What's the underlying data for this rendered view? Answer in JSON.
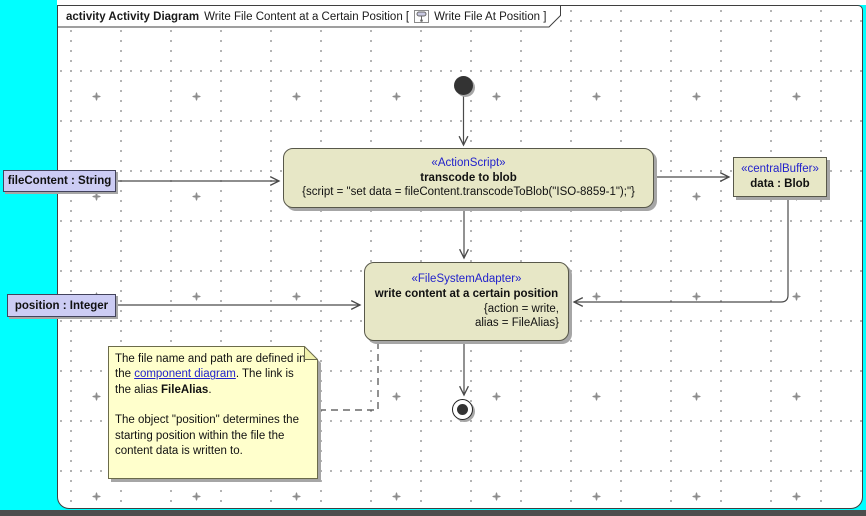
{
  "tab": {
    "frame_kind": "activity Activity Diagram",
    "diagram_title": "Write File Content at a Certain Position [",
    "context_ref": "Write File At Position ]",
    "icon": "activity-diagram-icon"
  },
  "nodes": {
    "transcode": {
      "stereotype": "«ActionScript»",
      "name": "transcode to blob",
      "script": "{script = \"set data = fileContent.transcodeToBlob(\"ISO-8859-1\");\"}"
    },
    "buffer": {
      "stereotype": "«centralBuffer»",
      "name": "data : Blob"
    },
    "write": {
      "stereotype": "«FileSystemAdapter»",
      "name": "write content at a certain position",
      "tag_line1": "{action = write,",
      "tag_line2": "alias = FileAlias}"
    },
    "file_content_pin": {
      "label": "fileContent : String"
    },
    "position_pin": {
      "label": "position : Integer"
    }
  },
  "note": {
    "p1_before_link": "The file name and path are defined in the ",
    "p1_link": "component diagram",
    "p1_after_link": ". The link is the alias ",
    "p1_bold": "FileAlias",
    "p1_end": ".",
    "p2": "The object \"position\" determines the starting position within the file the content data is written to."
  },
  "colors": {
    "canvas_bg": "#00ffff",
    "node_fill": "#e7e7c6",
    "node_border": "#58584a",
    "object_fill": "#ccccf4",
    "object_border": "#43435c",
    "note_fill": "#ffffcc",
    "note_border": "#6b6b4a",
    "stereotype_text": "#2222cc",
    "link_text": "#2222cc",
    "line_color": "#4a4a4a",
    "shadow_color": "#a6a6a6",
    "grid_dot": "#a6a6a6",
    "window_edge": "#4d4d4d"
  }
}
